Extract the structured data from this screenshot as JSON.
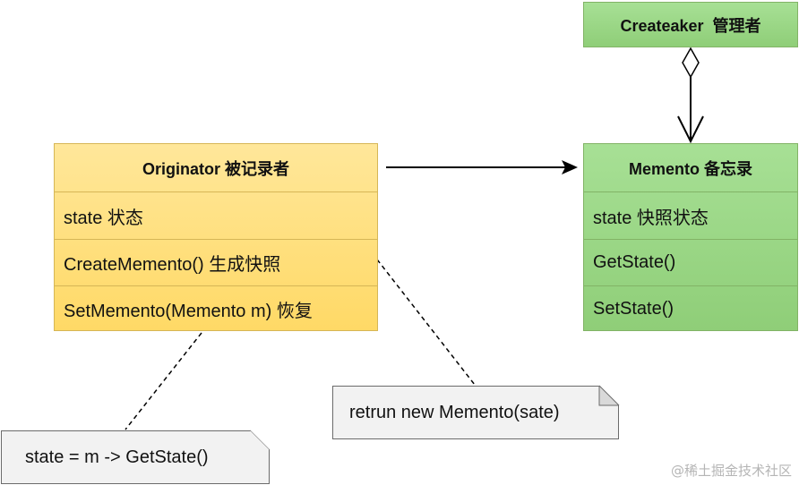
{
  "originator": {
    "title": "Originator 被记录者",
    "rows": [
      "state 状态",
      "CreateMemento() 生成快照",
      "SetMemento(Memento m) 恢复"
    ]
  },
  "memento": {
    "title": "Memento 备忘录",
    "rows": [
      "state 快照状态",
      "GetState()",
      "SetState()"
    ]
  },
  "caretaker": {
    "title": "Createaker  管理者"
  },
  "notes": {
    "create": "retrun new Memento(sate)",
    "set": "state = m -> GetState()"
  },
  "watermark": "@稀土掘金技术社区",
  "colors": {
    "originator_fill": "#ffd966",
    "originator_stroke": "#d6b656",
    "memento_fill": "#8fce78",
    "memento_stroke": "#82b366",
    "note_fill": "#f2f2f2"
  }
}
